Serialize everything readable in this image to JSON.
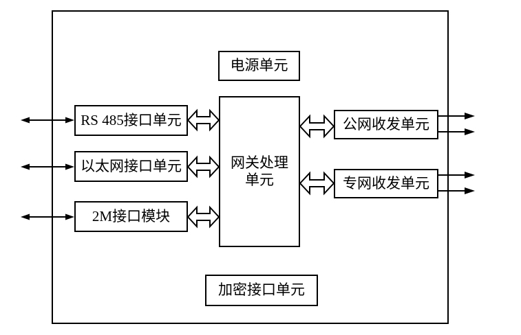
{
  "diagram": {
    "background_color": "#ffffff",
    "line_color": "#000000",
    "blocks": {
      "power": {
        "label": "电源单元"
      },
      "rs485": {
        "label": "RS 485接口单元"
      },
      "ethernet": {
        "label": "以太网接口单元"
      },
      "m2": {
        "label": "2M接口模块"
      },
      "gateway": {
        "line1": "网关处理",
        "line2": "单元"
      },
      "public_net": {
        "label": "公网收发单元"
      },
      "private_net": {
        "label": "专网收发单元"
      },
      "crypto": {
        "label": "加密接口单元"
      }
    },
    "connections": {
      "internal_bidirectional": [
        "rs485 - gateway",
        "ethernet - gateway",
        "m2 - gateway",
        "gateway - public_net",
        "gateway - private_net"
      ],
      "external_left_bidirectional": [
        "rs485",
        "ethernet",
        "m2"
      ],
      "external_right_outgoing": [
        "public_net x2",
        "private_net x2"
      ]
    }
  }
}
